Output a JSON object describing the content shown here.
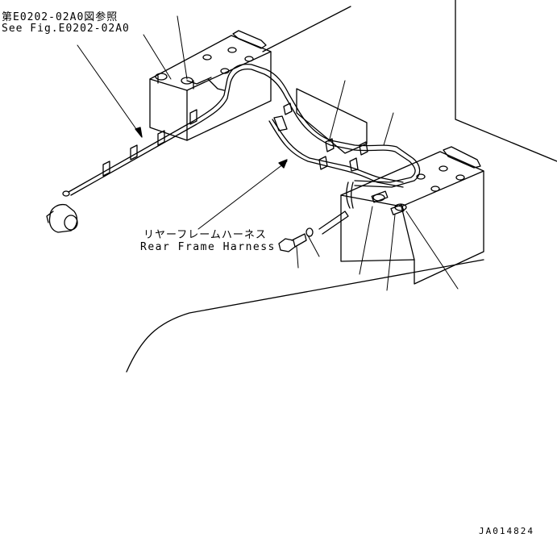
{
  "labels": {
    "reference_jp": "第E0202-02A0図参照",
    "reference_en": "See Fig.E0202-02A0",
    "harness_jp": "リヤーフレームハーネス",
    "harness_en": "Rear Frame Harness",
    "drawing_number": "JA014824"
  },
  "colors": {
    "line": "#000000",
    "background": "#ffffff"
  }
}
